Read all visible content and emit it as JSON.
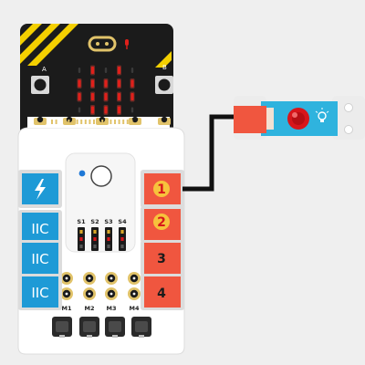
{
  "microbit": {
    "button_a": "A",
    "button_b": "B",
    "heart_pattern": [
      [
        0,
        1,
        0,
        1,
        0
      ],
      [
        1,
        1,
        1,
        1,
        1
      ],
      [
        1,
        1,
        1,
        1,
        1
      ],
      [
        0,
        1,
        1,
        1,
        0
      ],
      [
        0,
        0,
        1,
        0,
        0
      ]
    ]
  },
  "breakout": {
    "left_ports": [
      {
        "label": "⚡",
        "icon": "lightning-icon"
      },
      {
        "label": "IIC"
      },
      {
        "label": "IIC"
      },
      {
        "label": "IIC"
      }
    ],
    "right_ports": [
      "1",
      "2",
      "3",
      "4"
    ],
    "servo_labels": [
      "S1",
      "S2",
      "S3",
      "S4"
    ],
    "motor_labels": [
      "M1",
      "M2",
      "M3",
      "M4"
    ]
  },
  "colors": {
    "board": "#ffffff",
    "microbit": "#1b1b1b",
    "blue_port": "#1e9ad6",
    "orange_port": "#f0563f",
    "led_on": "#e0201b",
    "cable": "#111111",
    "module": "#2fb3de",
    "bulb": "#d8161b",
    "gold": "#e1c36a"
  }
}
